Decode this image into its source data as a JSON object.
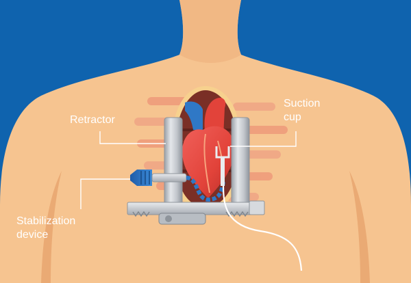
{
  "colors": {
    "background": "#0f63ae",
    "skin": "#f6c490",
    "skin_shadow": "#eeb27c",
    "incision_glow": "#ef9c80",
    "heart": "#e8473c",
    "vessel_blue": "#2f78c6",
    "metal": "#c9cdd3",
    "metal_dark": "#8e949b",
    "leader_line": "#ffffff"
  },
  "icons": {
    "heart": "heart-icon",
    "retractor": "retractor-icon",
    "suction_cup": "suction-cup-icon",
    "stabilizer": "stabilizer-icon"
  },
  "labels": {
    "retractor": "Retractor",
    "suction_cup_line1": "Suction",
    "suction_cup_line2": "cup",
    "stabilization_line1": "Stabilization",
    "stabilization_line2": "device"
  }
}
